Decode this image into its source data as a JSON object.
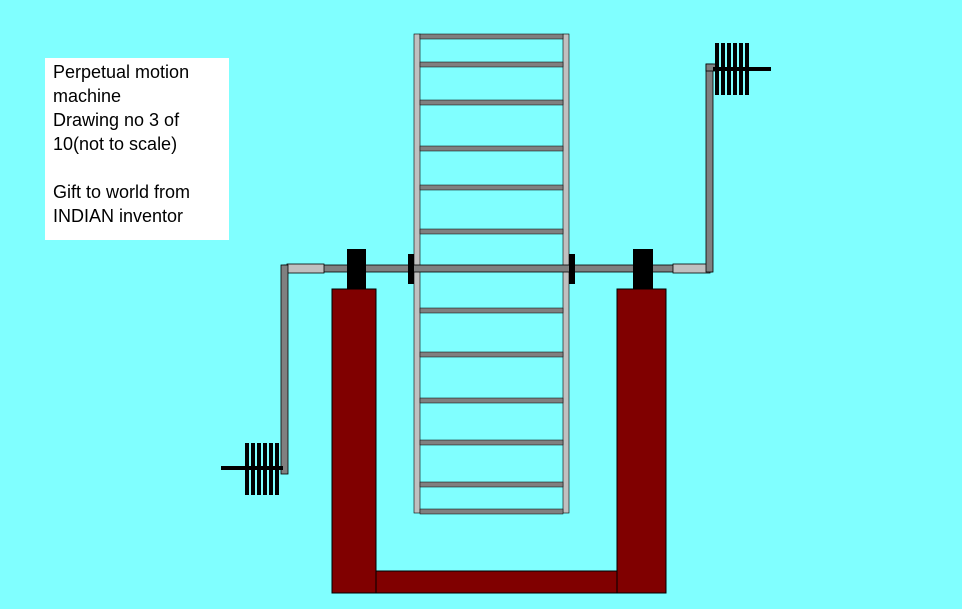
{
  "note": {
    "lines": [
      "Perpetual motion",
      "machine",
      "Drawing no 3 of",
      "10(not to scale)",
      "",
      "Gift to world from",
      "INDIAN inventor"
    ]
  },
  "colors": {
    "background": "#80ffff",
    "frame": "#800000",
    "shaft": "#808080",
    "ladder_light": "#c0c0c0",
    "outline": "#000000",
    "bearing": "#000000"
  }
}
